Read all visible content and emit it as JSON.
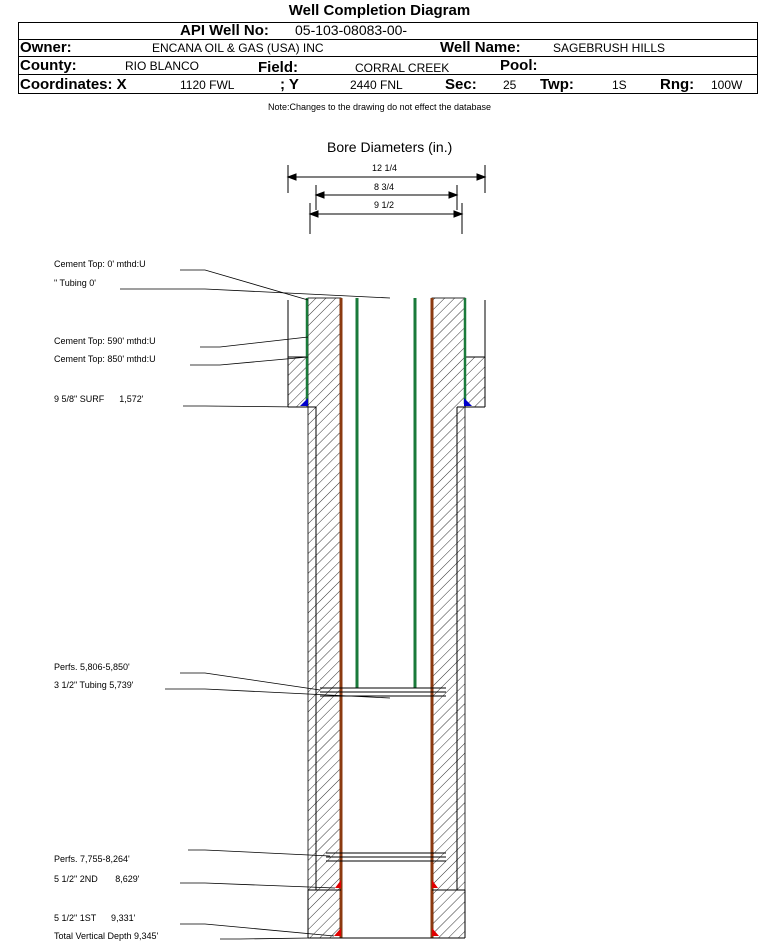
{
  "title": "Well Completion Diagram",
  "header": {
    "api_label": "API Well No:",
    "api_value": "05-103-08083-00-",
    "owner_label": "Owner:",
    "owner_value": "ENCANA OIL & GAS (USA) INC",
    "well_name_label": "Well Name:",
    "well_name_value": "SAGEBRUSH HILLS",
    "county_label": "County:",
    "county_value": "RIO BLANCO",
    "field_label": "Field:",
    "field_value": "CORRAL CREEK",
    "pool_label": "Pool:",
    "pool_value": "",
    "coord_x_label": "Coordinates: X",
    "coord_x_value": "1120 FWL",
    "coord_y_label": "; Y",
    "coord_y_value": "2440 FNL",
    "sec_label": "Sec:",
    "sec_value": "25",
    "twp_label": "Twp:",
    "twp_value": "1S",
    "rng_label": "Rng:",
    "rng_value": "100W"
  },
  "note": "Note:Changes to the drawing do not effect the database",
  "bore": {
    "heading": "Bore Diameters (in.)",
    "diameters": [
      "12 1/4",
      "8 3/4",
      "9 1/2"
    ]
  },
  "annotations": [
    "Cement Top: 0' mthd:U",
    "\" Tubing 0'",
    "Cement Top: 590' mthd:U",
    "Cement Top: 850' mthd:U",
    "9 5/8\" SURF      1,572'",
    "Perfs. 5,806-5,850'",
    "3 1/2\" Tubing 5,739'",
    "Perfs. 7,755-8,264'",
    "5 1/2\" 2ND       8,629'",
    "5 1/2\" 1ST      9,331'",
    "Total Vertical Depth 9,345'"
  ],
  "colors": {
    "casing_outer": "#1a7a3a",
    "casing_inner": "#8b3a10",
    "shoe_red": "#e00000",
    "shoe_blue": "#0000cc"
  }
}
